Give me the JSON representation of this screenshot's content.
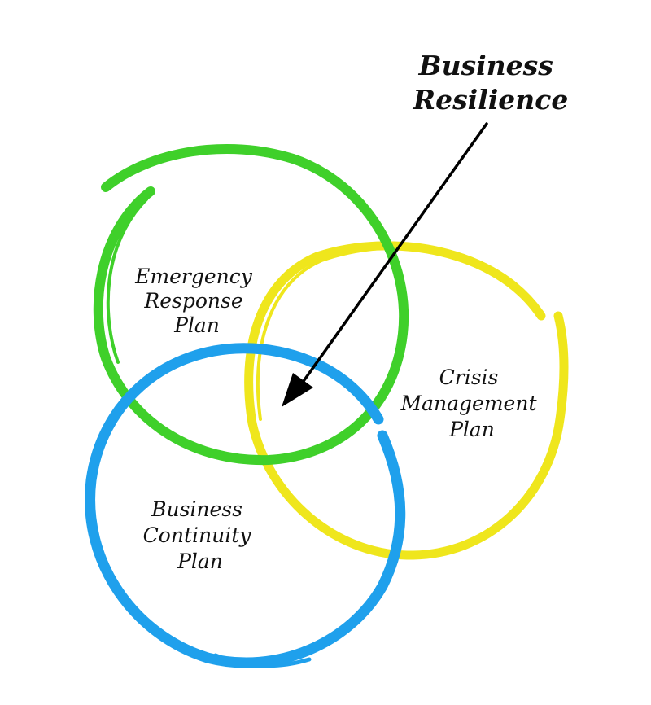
{
  "title": [
    "Business",
    "Resilience"
  ],
  "circles": [
    {
      "id": "emergency",
      "lines": [
        "Emergency",
        "Response",
        "Plan"
      ],
      "color": "#3fd02a"
    },
    {
      "id": "crisis",
      "lines": [
        "Crisis",
        "Management",
        "Plan"
      ],
      "color": "#efe61c"
    },
    {
      "id": "continuity",
      "lines": [
        "Business",
        "Continuity",
        "Plan"
      ],
      "color": "#1fa0ec"
    }
  ],
  "arrow_color": "#000000"
}
